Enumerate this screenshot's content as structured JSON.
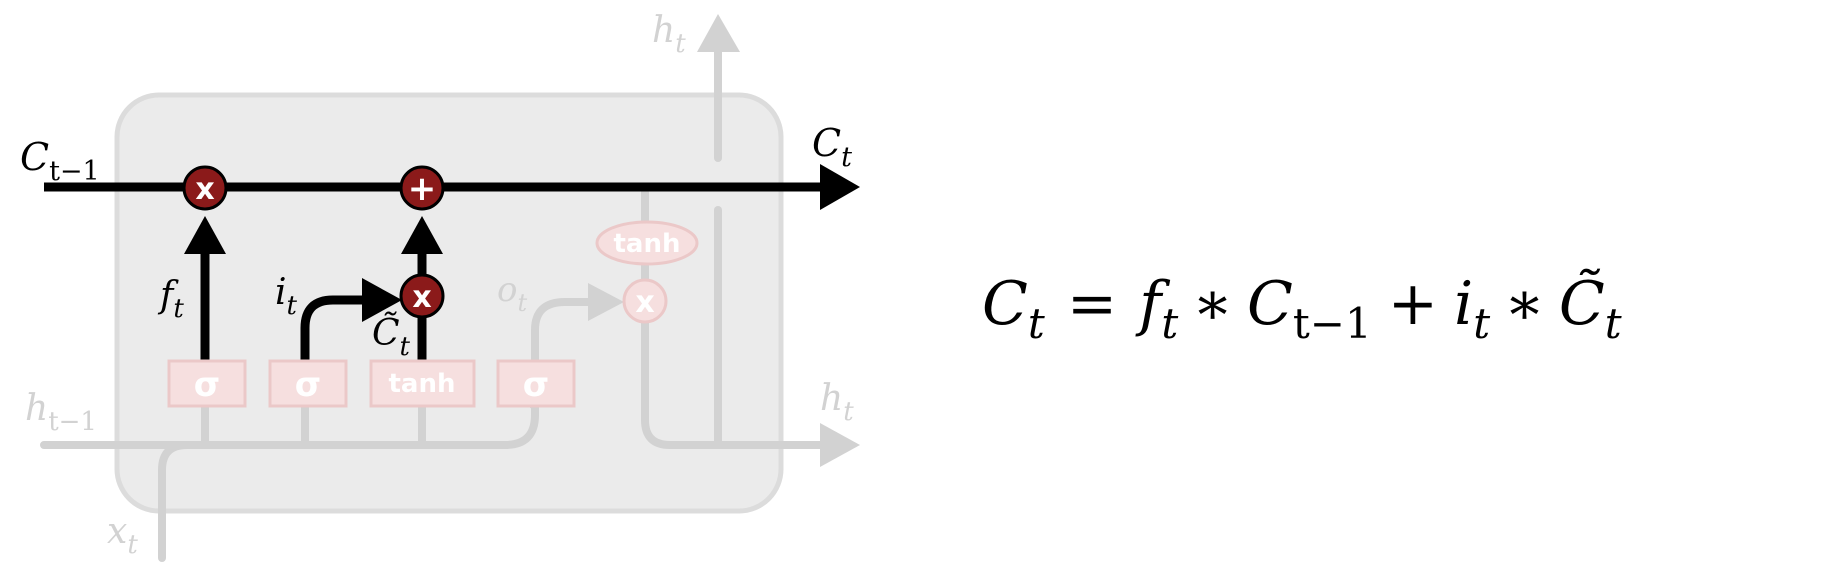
{
  "diagram": {
    "labels": {
      "c_prev": {
        "base": "C",
        "sub": "t−1"
      },
      "c_next": {
        "base": "C",
        "sub": "t"
      },
      "h_top": {
        "base": "h",
        "sub": "t"
      },
      "h_prev": {
        "base": "h",
        "sub": "t−1"
      },
      "h_next": {
        "base": "h",
        "sub": "t"
      },
      "x_in": {
        "base": "x",
        "sub": "t"
      },
      "f_gate": {
        "base": "f",
        "sub": "t"
      },
      "i_gate": {
        "base": "i",
        "sub": "t"
      },
      "o_gate": {
        "base": "o",
        "sub": "t"
      },
      "c_tilde": {
        "base": "C̃",
        "sub": "t"
      }
    },
    "gates": {
      "sigma_1": "σ",
      "sigma_2": "σ",
      "tanh_1": "tanh",
      "sigma_3": "σ",
      "tanh_2": "tanh"
    },
    "operators": {
      "forget_mult": "x",
      "add": "+",
      "input_mult": "x",
      "output_mult": "x"
    }
  },
  "equation": {
    "lhs": {
      "base": "C",
      "sub": "t"
    },
    "eq": "=",
    "term1": {
      "base": "f",
      "sub": "t"
    },
    "times1": "∗",
    "term2": {
      "base": "C",
      "sub": "t−1"
    },
    "plus": "+",
    "term3": {
      "base": "i",
      "sub": "t"
    },
    "times2": "∗",
    "term4": {
      "base": "C̃",
      "sub": "t"
    }
  },
  "colors": {
    "highlight": "#000000",
    "operator_fill": "#8b1a1a",
    "faded": "#d2d2d2",
    "cell_bg": "#ebebeb",
    "faded_gate_fill": "#f6dfdf",
    "faded_gate_text": "#ffffff"
  }
}
